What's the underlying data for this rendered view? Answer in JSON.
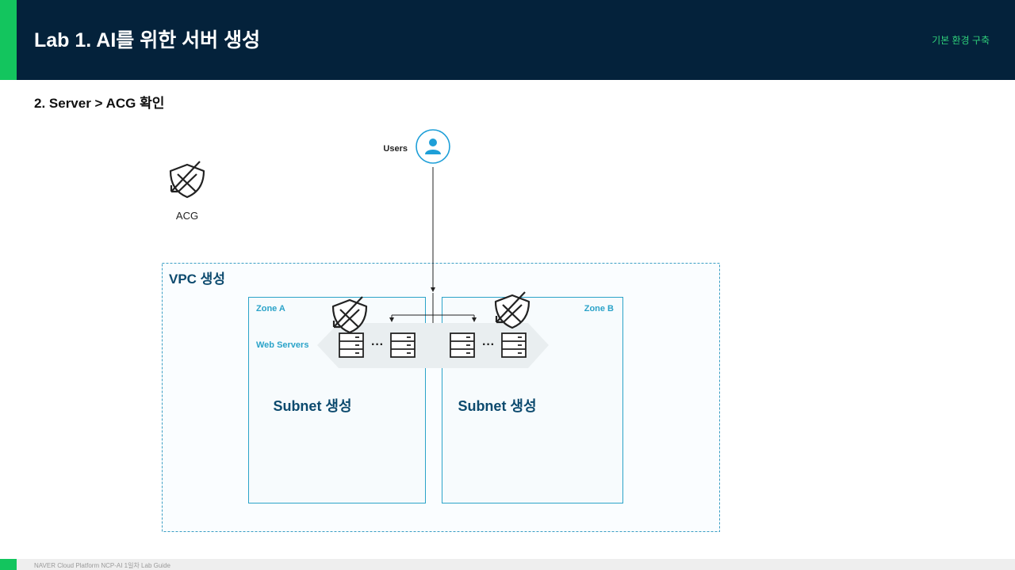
{
  "header": {
    "title": "Lab 1. AI를 위한 서버 생성",
    "subtitle": "기본 환경 구축"
  },
  "section": {
    "title": "2. Server > ACG 확인"
  },
  "diagram": {
    "users_label": "Users",
    "acg_label": "ACG",
    "vpc_label": "VPC 생성",
    "zone_a_label": "Zone A",
    "zone_b_label": "Zone B",
    "web_servers_label": "Web Servers",
    "subnet_a_label": "Subnet 생성",
    "subnet_b_label": "Subnet 생성",
    "ellipsis": "···"
  },
  "footer": {
    "text": "NAVER Cloud Platform  NCP-AI 1일차 Lab Guide"
  },
  "colors": {
    "header_bg": "#04223b",
    "accent_green": "#13c55e",
    "subtitle_green": "#2fcf7a",
    "vpc_border": "#3a9ec4",
    "zone_border": "#2ba3c9",
    "label_navy": "#0c4a6e",
    "user_icon": "#1e9fd8"
  },
  "icons": {
    "user": "user-icon",
    "acg": "shield-icon",
    "server": "server-icon"
  }
}
